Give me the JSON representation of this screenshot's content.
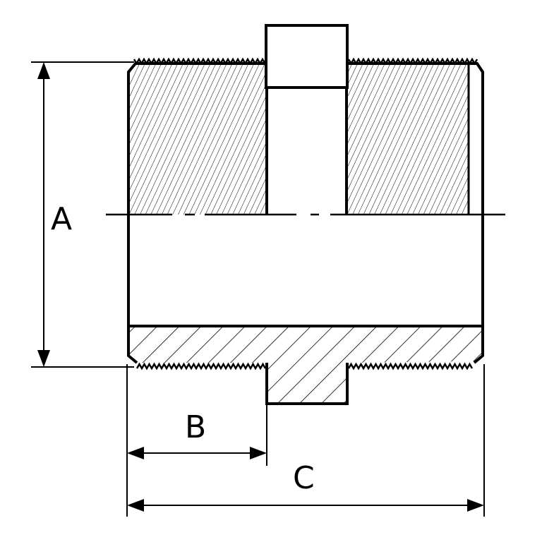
{
  "labels": {
    "dimension_a": "A",
    "dimension_b": "B",
    "dimension_c": "C"
  },
  "colors": {
    "line": "#000000",
    "background": "#ffffff"
  }
}
